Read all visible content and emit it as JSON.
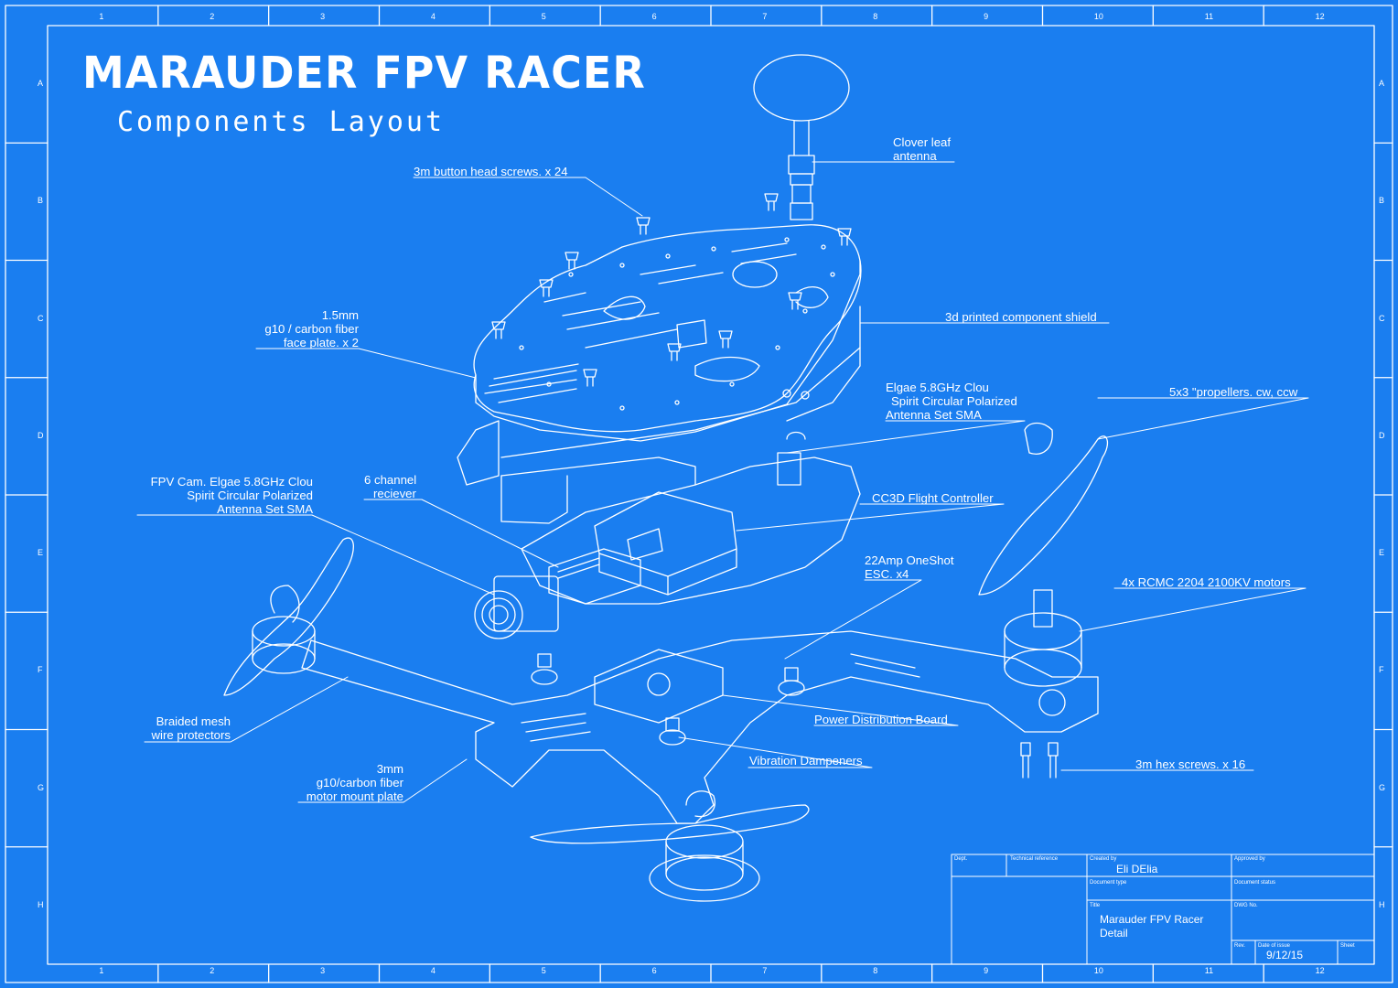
{
  "title": "MARAUDER FPV RACER",
  "subtitle": "Components Layout",
  "border": {
    "columns": [
      "1",
      "2",
      "3",
      "4",
      "5",
      "6",
      "7",
      "8",
      "9",
      "10",
      "11",
      "12"
    ],
    "rows": [
      "A",
      "B",
      "C",
      "D",
      "E",
      "F",
      "G",
      "H"
    ]
  },
  "callouts": {
    "screws_button": "3m button head screws. x 24",
    "antenna_clover": [
      "Clover leaf",
      "antenna"
    ],
    "face_plate": [
      "1.5mm",
      "g10 / carbon fiber",
      "face plate. x 2"
    ],
    "shield": "3d printed component shield",
    "vtx": [
      "Elgae 5.8GHz Clou",
      "Spirit Circular Polarized",
      "Antenna Set SMA"
    ],
    "propellers": "5x3 \"propellers. cw, ccw",
    "camera": [
      "FPV Cam. Elgae 5.8GHz Clou",
      "Spirit Circular Polarized",
      "Antenna Set SMA"
    ],
    "receiver": [
      "6 channel",
      "reciever"
    ],
    "flight_controller": "CC3D Flight Controller",
    "esc": [
      "22Amp OneShot",
      "ESC.  x4"
    ],
    "motors": "4x RCMC 2204 2100KV motors",
    "mesh": [
      "Braided mesh",
      "wire protectors"
    ],
    "pdb": "Power Distribution Board",
    "dampeners": "Vibration Dampeners",
    "hex_screws": "3m hex screws. x 16",
    "motor_plate": [
      "3mm",
      "g10/carbon fiber",
      "motor mount plate"
    ]
  },
  "title_block": {
    "dept_label": "Dept.",
    "tech_ref_label": "Technical reference",
    "created_by_label": "Created by",
    "created_by": "Eli DElia",
    "approved_by_label": "Approved by",
    "doc_type_label": "Document type",
    "doc_status_label": "Document status",
    "title_label": "Title",
    "dwg_label": "DWG No.",
    "title_line1": "Marauder FPV Racer",
    "title_line2": "Detail",
    "rev_label": "Rev.",
    "date_label": "Date of issue",
    "sheet_label": "Sheet",
    "date": "9/12/15"
  }
}
